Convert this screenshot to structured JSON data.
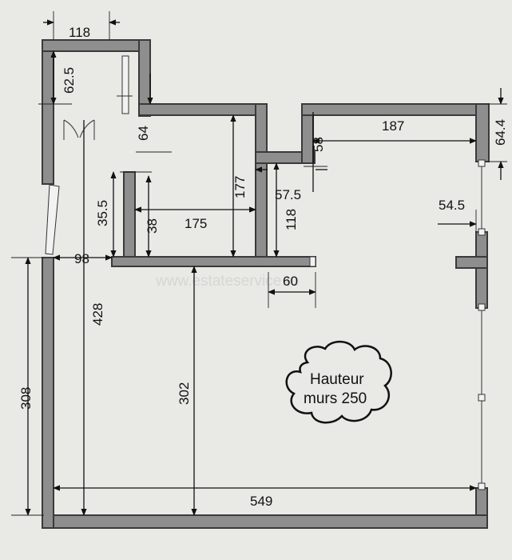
{
  "watermark": "www.estateservice.ru",
  "note": {
    "line1": "Hauteur",
    "line2": "murs 250"
  },
  "dimensions": {
    "top_width": "118",
    "left_wall_top": "62.5",
    "small_wall": "64",
    "right_room_width": "187",
    "right_wall": "64.4",
    "step_height": "58",
    "wall_drop": "57.5",
    "room_height": "177",
    "inner_wall": "35.5",
    "inner_height": "38",
    "room_width": "175",
    "partition_height": "118",
    "window_gap": "54.5",
    "entrance": "98",
    "stub": "60",
    "left_height": "308",
    "total_height": "428",
    "main_height": "302",
    "total_width": "549"
  },
  "colors": {
    "wall": "#8e8e8e",
    "paper": "#e9e9e6",
    "ink": "#111111"
  }
}
